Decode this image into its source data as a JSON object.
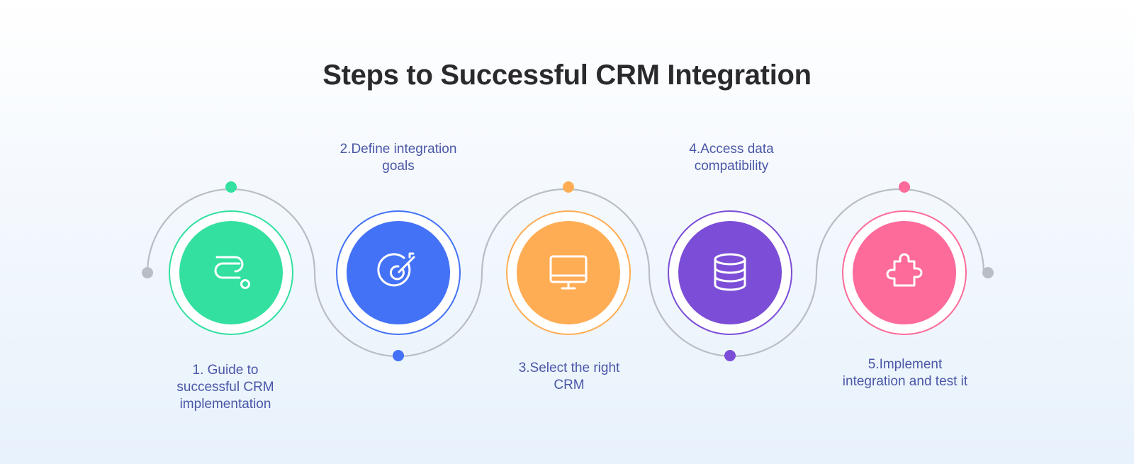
{
  "title": "Steps to Successful CRM Integration",
  "colors": {
    "step1": "#33e0a0",
    "step2": "#4472f6",
    "step3": "#ffad55",
    "step4": "#7c4dd6",
    "step5": "#fd6b9a",
    "connector": "#b9bec5",
    "label_text": "#4a57a8",
    "title_text": "#2a2a2e"
  },
  "steps": [
    {
      "label_lines": [
        "1. Guide to",
        "successful CRM",
        "implementation"
      ],
      "icon": "route-icon",
      "color": "#33e0a0"
    },
    {
      "label_lines": [
        "2.Define integration",
        "goals"
      ],
      "icon": "target-icon",
      "color": "#4472f6"
    },
    {
      "label_lines": [
        "3.Select the right",
        "CRM"
      ],
      "icon": "monitor-icon",
      "color": "#ffad55"
    },
    {
      "label_lines": [
        "4.Access data",
        "compatibility"
      ],
      "icon": "database-icon",
      "color": "#7c4dd6"
    },
    {
      "label_lines": [
        "5.Implement",
        "integration and test it"
      ],
      "icon": "puzzle-icon",
      "color": "#fd6b9a"
    }
  ]
}
